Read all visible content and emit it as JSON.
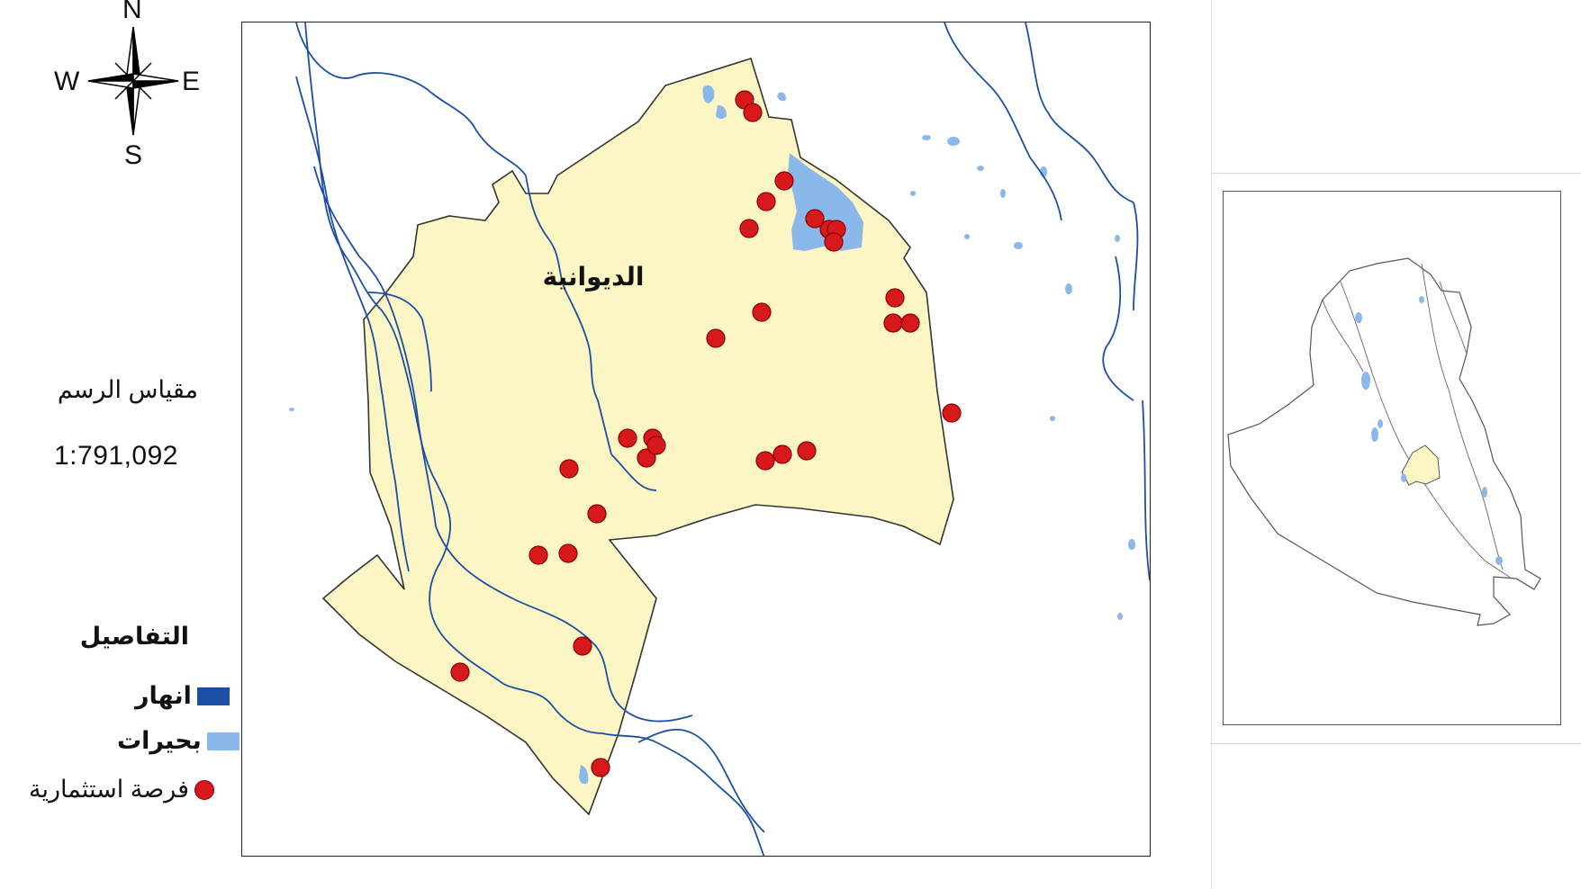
{
  "compass": {
    "north": "N",
    "south": "S",
    "east": "E",
    "west": "W"
  },
  "scale": {
    "title": "مقياس الرسم",
    "value": "1:791,092"
  },
  "legend": {
    "title": "التفاصيل",
    "items": [
      {
        "label": "انهار",
        "color": "#1a4fa3"
      },
      {
        "label": "بحيرات",
        "color": "#8ab8ea"
      },
      {
        "label": "فرصة استثمارية",
        "color": "#d7191c"
      }
    ]
  },
  "main_map": {
    "region_label": "الديوانية",
    "region_fill": "#fbf6c4",
    "river_color": "#1a4fa3",
    "lake_color": "#8ab8ea",
    "investment_point_color": "#d7191c",
    "investment_point_count": 29
  },
  "inset_map": {
    "country_outline": "Iraq",
    "highlight_fill": "#fbf6c4"
  }
}
